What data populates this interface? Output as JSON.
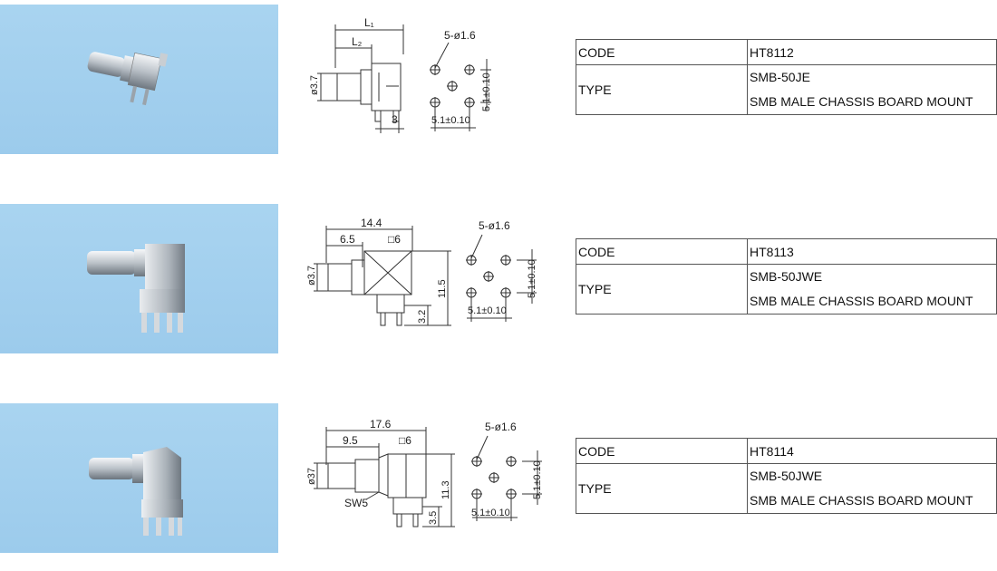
{
  "products": [
    {
      "code_label": "CODE",
      "code": "HT8112",
      "type_label": "TYPE",
      "type_model": "SMB-50JE",
      "type_desc": "SMB MALE CHASSIS BOARD MOUNT",
      "dims": {
        "l1": "L₁",
        "l2": "L₂",
        "dia": "ø3.7",
        "pin_off": "3",
        "holes": "5-ø1.6",
        "pitch_v": "5.1±0.10",
        "pitch_h": "5.1±0.10"
      }
    },
    {
      "code_label": "CODE",
      "code": "HT8113",
      "type_label": "TYPE",
      "type_model": "SMB-50JWE",
      "type_desc": "SMB MALE CHASSIS BOARD MOUNT",
      "dims": {
        "len": "14.4",
        "len2": "6.5",
        "sq": "□6",
        "dia": "ø3.7",
        "h": "11.5",
        "h2": "3.2",
        "holes": "5-ø1.6",
        "pitch_v": "5.1±0.10",
        "pitch_h": "5.1±0.10"
      }
    },
    {
      "code_label": "CODE",
      "code": "HT8114",
      "type_label": "TYPE",
      "type_model": "SMB-50JWE",
      "type_desc": "SMB MALE CHASSIS BOARD MOUNT",
      "dims": {
        "len": "17.6",
        "len2": "9.5",
        "sq": "□6",
        "dia": "ø37",
        "sw": "SW5",
        "h": "11.3",
        "h2": "3.5",
        "holes": "5-ø1.6",
        "pitch_v": "5.1±0.10",
        "pitch_h": "5.1±0.10"
      }
    }
  ]
}
